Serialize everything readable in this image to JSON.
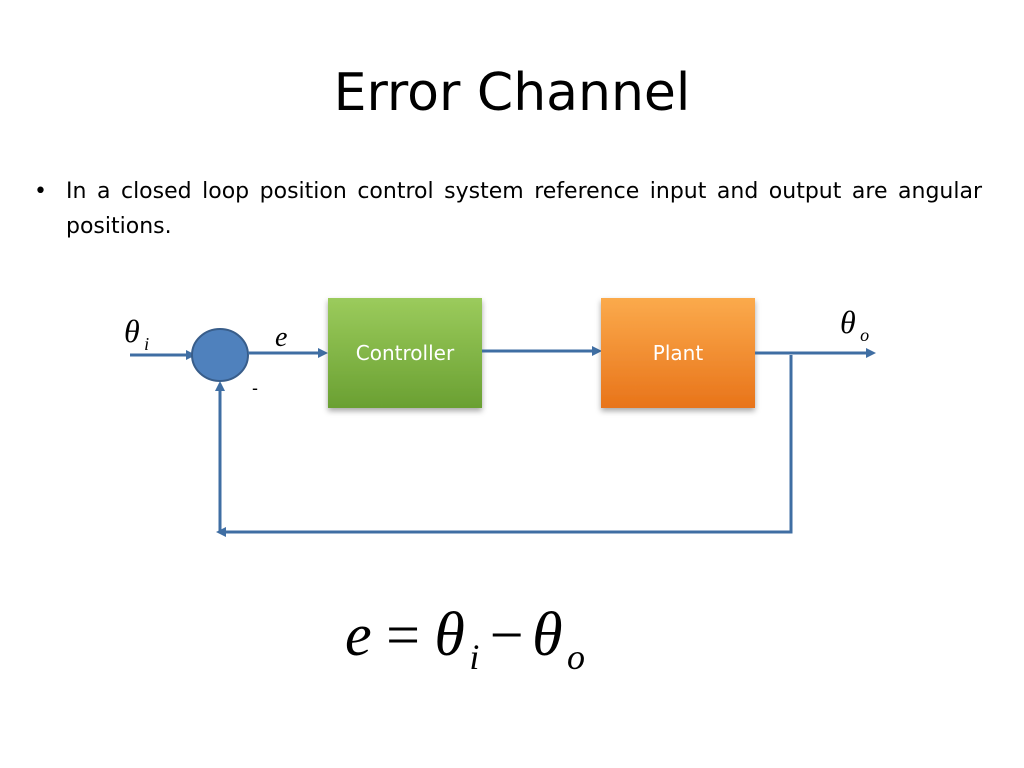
{
  "slide": {
    "title": "Error Channel",
    "bullet": "In a closed loop position control system reference input and output  are angular positions."
  },
  "diagram": {
    "input_symbol": "θ",
    "input_subscript": "i",
    "output_symbol": "θ",
    "output_subscript": "o",
    "error_label": "e",
    "minus_sign": "-",
    "controller_label": "Controller",
    "plant_label": "Plant",
    "colors": {
      "line": "#3f6ea3",
      "junction_fill": "#4f81bd",
      "junction_stroke": "#385d8a",
      "controller_top": "#9bcb5c",
      "controller_bottom": "#6aa032",
      "plant_top": "#fbaa4c",
      "plant_bottom": "#e8741a"
    }
  },
  "equation": {
    "lhs": "e",
    "equals": "=",
    "theta1": "θ",
    "sub1": "i",
    "minus": "−",
    "theta2": "θ",
    "sub2": "o"
  }
}
